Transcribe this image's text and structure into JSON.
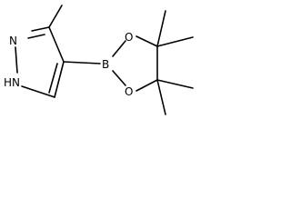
{
  "atoms": {
    "n_top": "N",
    "n_bottom": "HN",
    "boron": "B",
    "oxygen_top": "O",
    "oxygen_bottom": "O"
  }
}
